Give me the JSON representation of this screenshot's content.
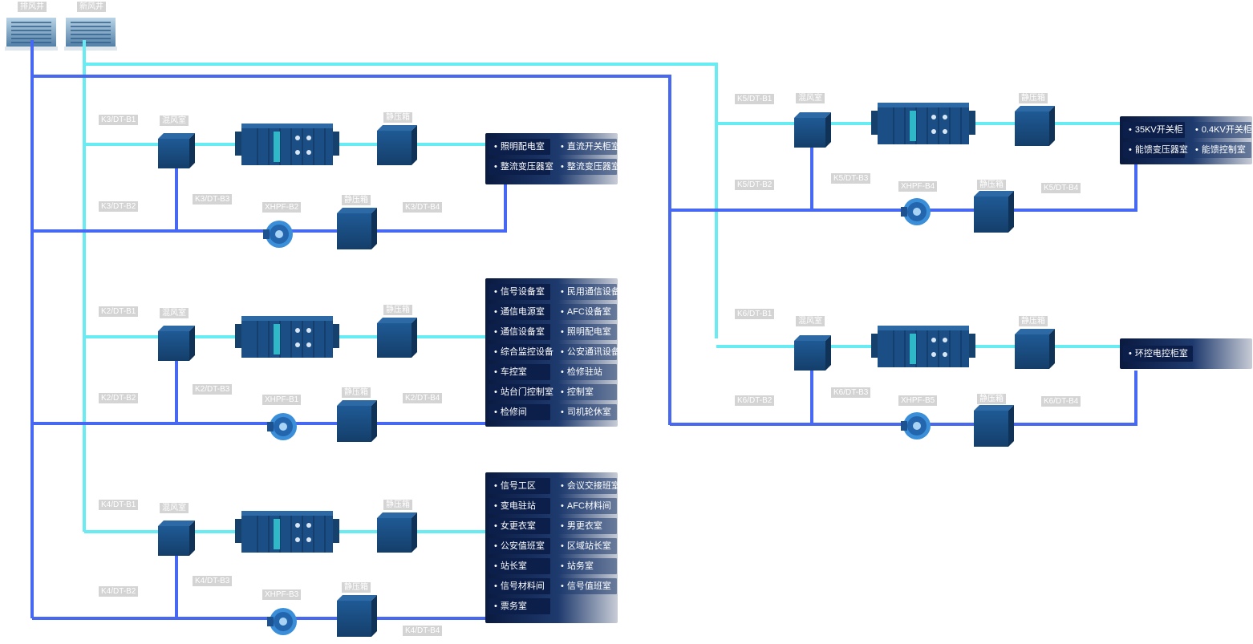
{
  "colors": {
    "supply": "#66ecf2",
    "return": "#4668f2",
    "equipment": "#1d4f83",
    "panel_dark": "#0c1f4a",
    "label_bg": "#d4d4d4"
  },
  "shafts": {
    "exhaust": "排风井",
    "fresh": "新风井"
  },
  "equipment_labels": {
    "mixing_room": "混风室",
    "plenum_box": "静压箱"
  },
  "systems": [
    {
      "id": "K3",
      "b1": "K3/DT-B1",
      "b2": "K3/DT-B2",
      "b3": "K3/DT-B3",
      "b4": "K3/DT-B4",
      "fan": "XHPF-B2",
      "rooms": [
        "照明配电室",
        "直流开关柜室",
        "整流变压器室",
        "整流变压器室"
      ]
    },
    {
      "id": "K2",
      "b1": "K2/DT-B1",
      "b2": "K2/DT-B2",
      "b3": "K2/DT-B3",
      "b4": "K2/DT-B4",
      "fan": "XHPF-B1",
      "rooms": [
        "信号设备室",
        "民用通信设备",
        "通信电源室",
        "AFC设备室",
        "通信设备室",
        "照明配电室",
        "综合监控设备",
        "公安通讯设备",
        "车控室",
        "检修驻站",
        "站台门控制室",
        "控制室",
        "检修间",
        "司机轮休室"
      ]
    },
    {
      "id": "K4",
      "b1": "K4/DT-B1",
      "b2": "K4/DT-B2",
      "b3": "K4/DT-B3",
      "b4": "K4/DT-B4",
      "fan": "XHPF-B3",
      "rooms": [
        "信号工区",
        "会议交接班室",
        "变电驻站",
        "AFC材料间",
        "女更衣室",
        "男更衣室",
        "公安值班室",
        "区域站长室",
        "站长室",
        "站务室",
        "信号材料间",
        "信号值班室",
        "票务室"
      ]
    },
    {
      "id": "K5",
      "b1": "K5/DT-B1",
      "b2": "K5/DT-B2",
      "b3": "K5/DT-B3",
      "b4": "K5/DT-B4",
      "fan": "XHPF-B4",
      "rooms": [
        "35KV开关柜",
        "0.4KV开关柜",
        "能馈变压器室",
        "能馈控制室"
      ]
    },
    {
      "id": "K6",
      "b1": "K6/DT-B1",
      "b2": "K6/DT-B2",
      "b3": "K6/DT-B3",
      "b4": "K6/DT-B4",
      "fan": "XHPF-B5",
      "rooms": [
        "环控电控柜室"
      ]
    }
  ]
}
